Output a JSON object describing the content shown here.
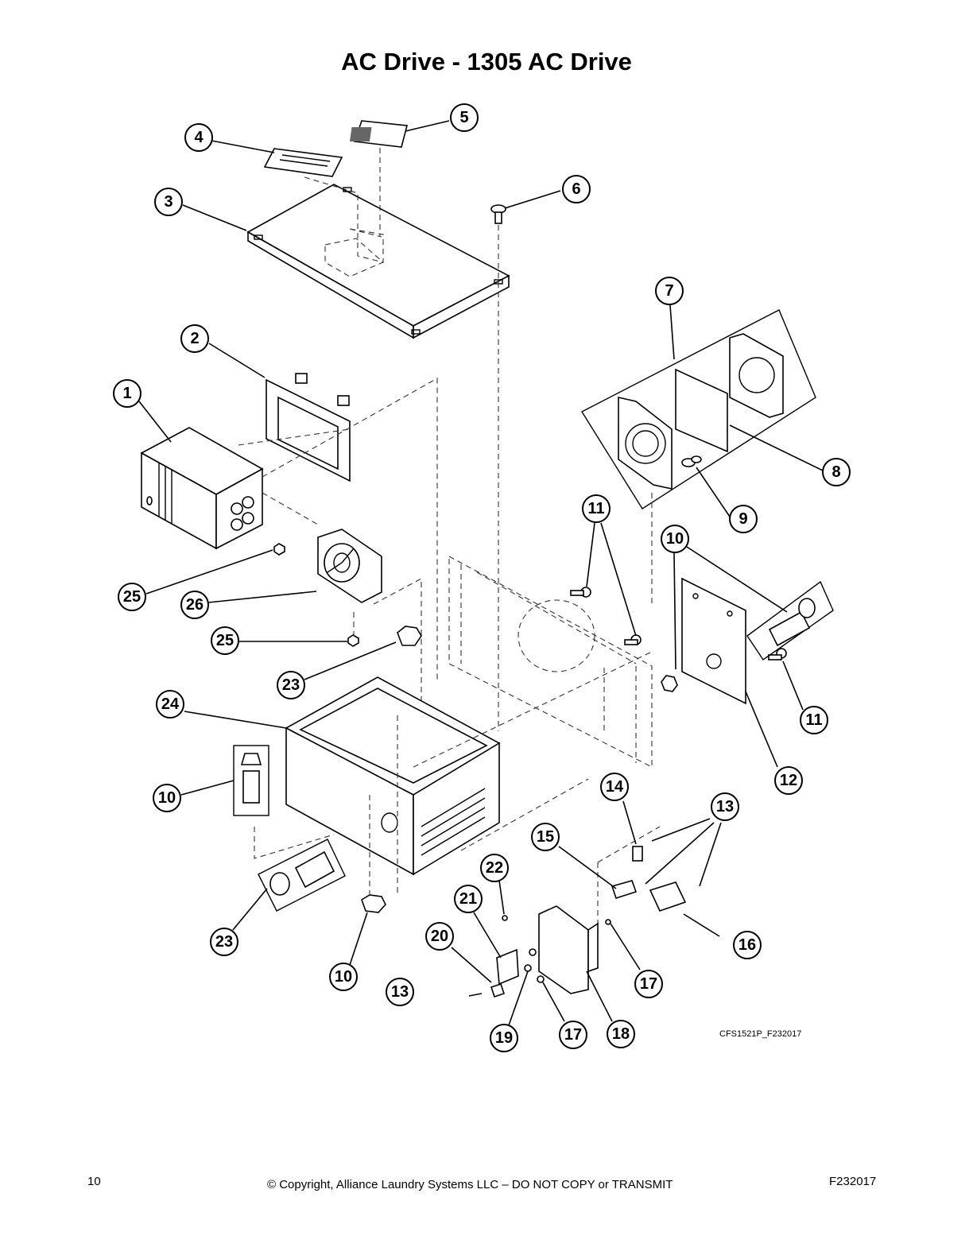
{
  "header": {
    "title": "AC Drive - 1305 AC Drive"
  },
  "figure_code": "CFS1521P_F232017",
  "callouts": [
    {
      "id": "c1",
      "label": "1"
    },
    {
      "id": "c2",
      "label": "2"
    },
    {
      "id": "c3",
      "label": "3"
    },
    {
      "id": "c4",
      "label": "4"
    },
    {
      "id": "c5",
      "label": "5"
    },
    {
      "id": "c6",
      "label": "6"
    },
    {
      "id": "c7",
      "label": "7"
    },
    {
      "id": "c8",
      "label": "8"
    },
    {
      "id": "c9",
      "label": "9"
    },
    {
      "id": "c11a",
      "label": "11"
    },
    {
      "id": "c10a",
      "label": "10"
    },
    {
      "id": "c11b",
      "label": "11"
    },
    {
      "id": "c12",
      "label": "12"
    },
    {
      "id": "c25a",
      "label": "25"
    },
    {
      "id": "c26",
      "label": "26"
    },
    {
      "id": "c25b",
      "label": "25"
    },
    {
      "id": "c23a",
      "label": "23"
    },
    {
      "id": "c24",
      "label": "24"
    },
    {
      "id": "c10b",
      "label": "10"
    },
    {
      "id": "c23b",
      "label": "23"
    },
    {
      "id": "c10c",
      "label": "10"
    },
    {
      "id": "c14",
      "label": "14"
    },
    {
      "id": "c13a",
      "label": "13"
    },
    {
      "id": "c15",
      "label": "15"
    },
    {
      "id": "c22",
      "label": "22"
    },
    {
      "id": "c21",
      "label": "21"
    },
    {
      "id": "c20",
      "label": "20"
    },
    {
      "id": "c13b",
      "label": "13"
    },
    {
      "id": "c16",
      "label": "16"
    },
    {
      "id": "c17a",
      "label": "17"
    },
    {
      "id": "c19",
      "label": "19"
    },
    {
      "id": "c17b",
      "label": "17"
    },
    {
      "id": "c18",
      "label": "18"
    }
  ],
  "footer": {
    "page_number": "10",
    "copyright": "© Copyright, Alliance Laundry Systems LLC – DO NOT COPY or TRANSMIT",
    "doc_code": "F232017"
  }
}
